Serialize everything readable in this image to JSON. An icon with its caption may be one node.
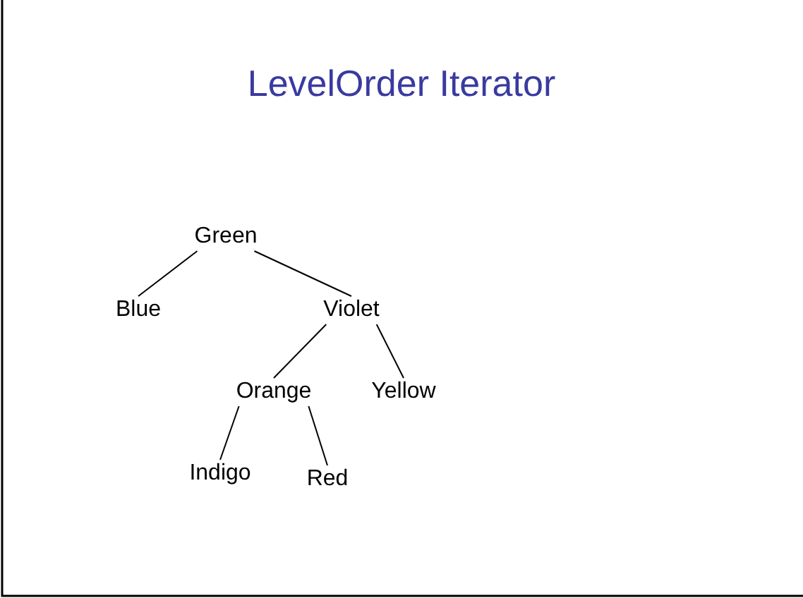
{
  "diagram": {
    "title": "LevelOrder Iterator",
    "nodes": [
      {
        "text": [
          "Green"
        ]
      },
      {
        "text": [
          "Blue"
        ]
      },
      {
        "text": [
          "Violet"
        ]
      },
      {
        "text": [
          "Orange"
        ]
      },
      {
        "text": [
          "Yellow"
        ]
      },
      {
        "text": [
          "Indigo"
        ]
      },
      {
        "text": [
          "Red"
        ]
      }
    ],
    "edges": [
      {
        "from": 0,
        "to": 1,
        "arrow": "none"
      },
      {
        "from": 0,
        "to": 2,
        "arrow": "none"
      },
      {
        "from": 2,
        "to": 3,
        "arrow": "none"
      },
      {
        "from": 2,
        "to": 4,
        "arrow": "none"
      },
      {
        "from": 3,
        "to": 5,
        "arrow": "none"
      },
      {
        "from": 3,
        "to": 6,
        "arrow": "none"
      }
    ]
  }
}
